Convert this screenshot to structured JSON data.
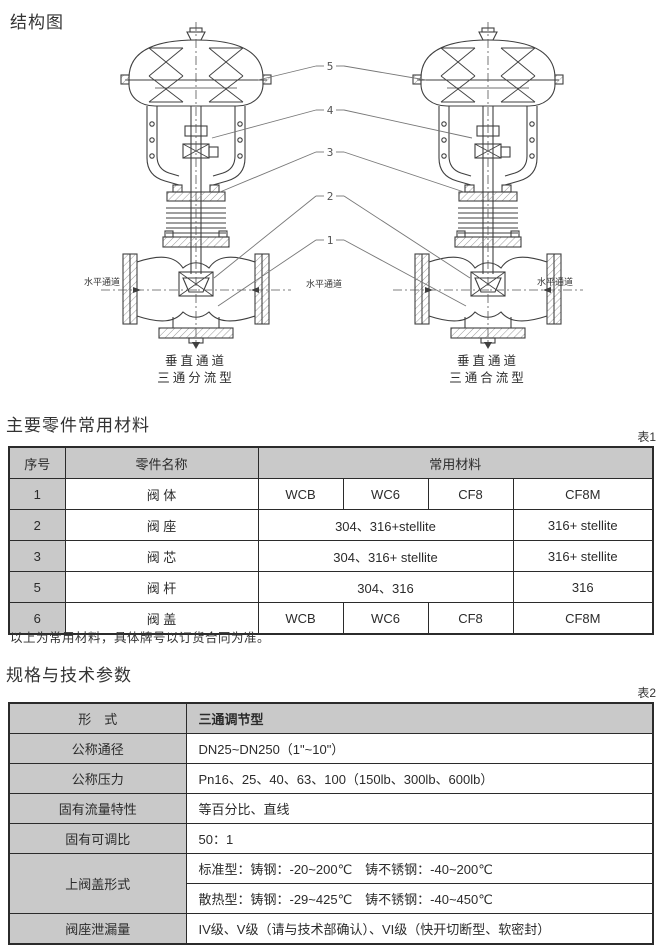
{
  "meta": {
    "header_bg": "#c9c9c9",
    "border_color": "#2b2b2b",
    "drawing_line_color": "#3f3f3f",
    "leader_line_color": "#777777"
  },
  "structure": {
    "title": "结构图",
    "callouts": [
      "5",
      "4",
      "3",
      "2",
      "1"
    ],
    "labels": {
      "horizontal_left": "水平通道",
      "horizontal_center": "水平通道",
      "horizontal_right": "水平通道",
      "left_caption_1": "垂直通道",
      "left_caption_2": "三通分流型",
      "right_caption_1": "垂直通道",
      "right_caption_2": "三通合流型"
    }
  },
  "materials": {
    "title": "主要零件常用材料",
    "tag": "表1",
    "headers": {
      "no": "序号",
      "part": "零件名称",
      "materials": "常用材料"
    },
    "rows": [
      {
        "no": "1",
        "part": "阀 体",
        "m1": "WCB",
        "m2": "WC6",
        "m3": "CF8",
        "m4": "CF8M"
      },
      {
        "no": "2",
        "part": "阀 座",
        "m123": "304、316+stellite",
        "m4": "316+ stellite"
      },
      {
        "no": "3",
        "part": "阀 芯",
        "m123": "304、316+ stellite",
        "m4": "316+ stellite"
      },
      {
        "no": "5",
        "part": "阀 杆",
        "m123": "304、316",
        "m4": "316"
      },
      {
        "no": "6",
        "part": "阀 盖",
        "m1": "WCB",
        "m2": "WC6",
        "m3": "CF8",
        "m4": "CF8M"
      }
    ],
    "note": "以上为常用材料，具体牌号以订货合同为准。"
  },
  "specs": {
    "title": "规格与技术参数",
    "tag": "表2",
    "rows": [
      {
        "label": "形　式",
        "value": "三通调节型"
      },
      {
        "label": "公称通径",
        "value": "DN25~DN250（1\"~10\"）"
      },
      {
        "label": "公称压力",
        "value": "Pn16、25、40、63、100（150lb、300lb、600lb）"
      },
      {
        "label": "固有流量特性",
        "value": "等百分比、直线"
      },
      {
        "label": "固有可调比",
        "value": "50：1"
      },
      {
        "label": "上阀盖形式",
        "value": "标准型：铸钢：-20~200℃　铸不锈钢：-40~200℃",
        "value2": "散热型：铸钢：-29~425℃　铸不锈钢：-40~450℃"
      },
      {
        "label": "阀座泄漏量",
        "value": "IV级、V级（请与技术部确认）、VI级（快开切断型、软密封）"
      }
    ]
  }
}
